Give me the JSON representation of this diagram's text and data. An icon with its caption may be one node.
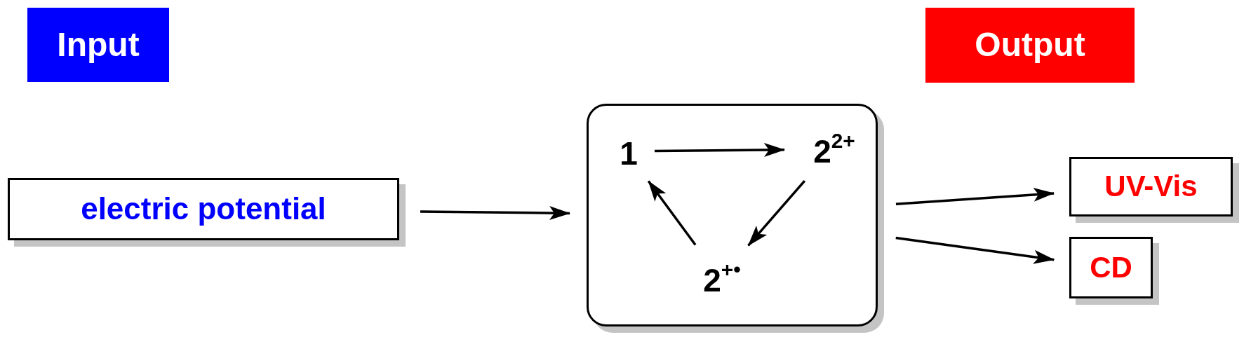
{
  "diagram": {
    "nodes": [
      {
        "text": [
          "Input"
        ]
      },
      {
        "text": [
          "Output"
        ]
      },
      {
        "text": [
          "electric potential"
        ]
      },
      {
        "text": [],
        "shape": "box"
      },
      {
        "text": [
          "1"
        ],
        "in": 3
      },
      {
        "text": [
          "2$^{2+}$"
        ],
        "in": 3
      },
      {
        "text": [
          "2$^{+•}$"
        ],
        "in": 3
      },
      {
        "text": [
          "UV-Vis"
        ]
      },
      {
        "text": [
          "CD"
        ]
      }
    ],
    "edges": [
      {
        "from": 2,
        "to": 3,
        "arrow": "to"
      },
      {
        "from": 4,
        "to": 5,
        "arrow": "to"
      },
      {
        "from": 5,
        "to": 6,
        "arrow": "to"
      },
      {
        "from": 6,
        "to": 4,
        "arrow": "to"
      },
      {
        "from": 3,
        "to": 7,
        "arrow": "to"
      },
      {
        "from": 3,
        "to": 8,
        "arrow": "to"
      }
    ]
  }
}
